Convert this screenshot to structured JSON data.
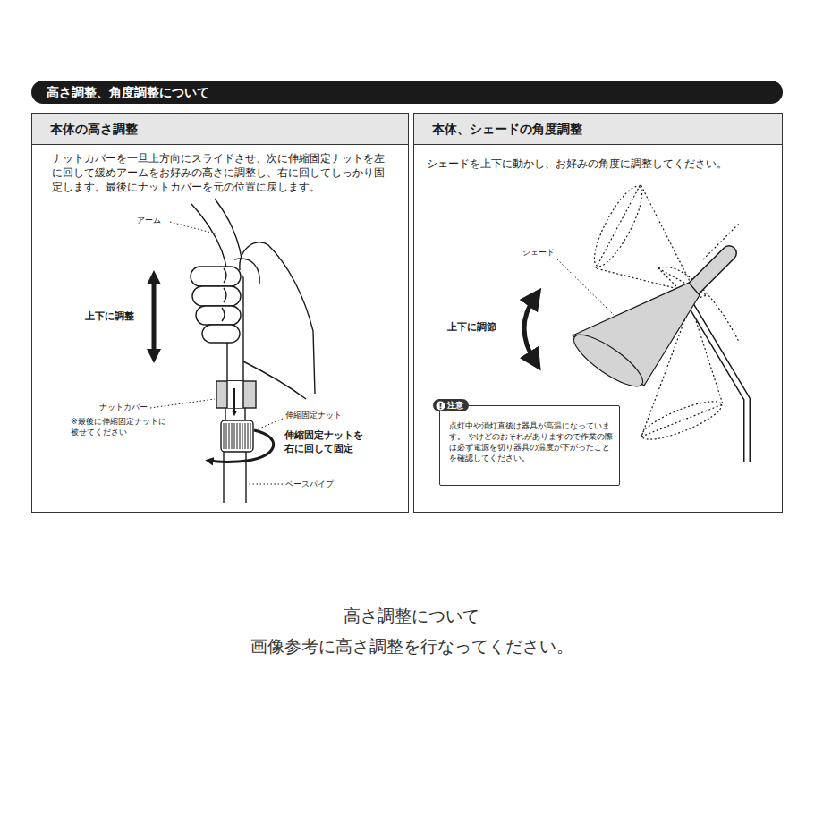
{
  "diagram": {
    "title": "高さ調整、角度調整について",
    "caption": "高さ調整について",
    "nodes": [
      {
        "text": [
          "本体の高さ調整",
          "ナットカバーを一旦上方向にスライドさせ、次に伸縮固定ナットを左に回して緩めアームをお好みの高さに調整し、右に回してしっかり固定します。最後にナットカバーを元の位置に戻します。"
        ]
      },
      {
        "text": [
          "本体、シェードの角度調整",
          "シェードを上下に動かし、お好みの角度に調整してください。"
        ]
      },
      {
        "text": [
          "注意",
          "点灯中や消灯直後は器具が高温になっています。 やけどのおそれがありますので作業の際は必ず電源を切り器具の温度が下がったことを確認してください。"
        ],
        "in": 1
      }
    ],
    "edges": [],
    "labels": [
      "アーム",
      "上下に調整",
      "ナットカバー",
      "※最後に伸縮固定ナットに被せてください",
      "伸縮固定ナット",
      "伸縮固定ナットを右に回して固定",
      "ベースパイプ",
      "シェード",
      "上下に調節",
      "画像参考に高さ調整を行なってください。"
    ]
  }
}
